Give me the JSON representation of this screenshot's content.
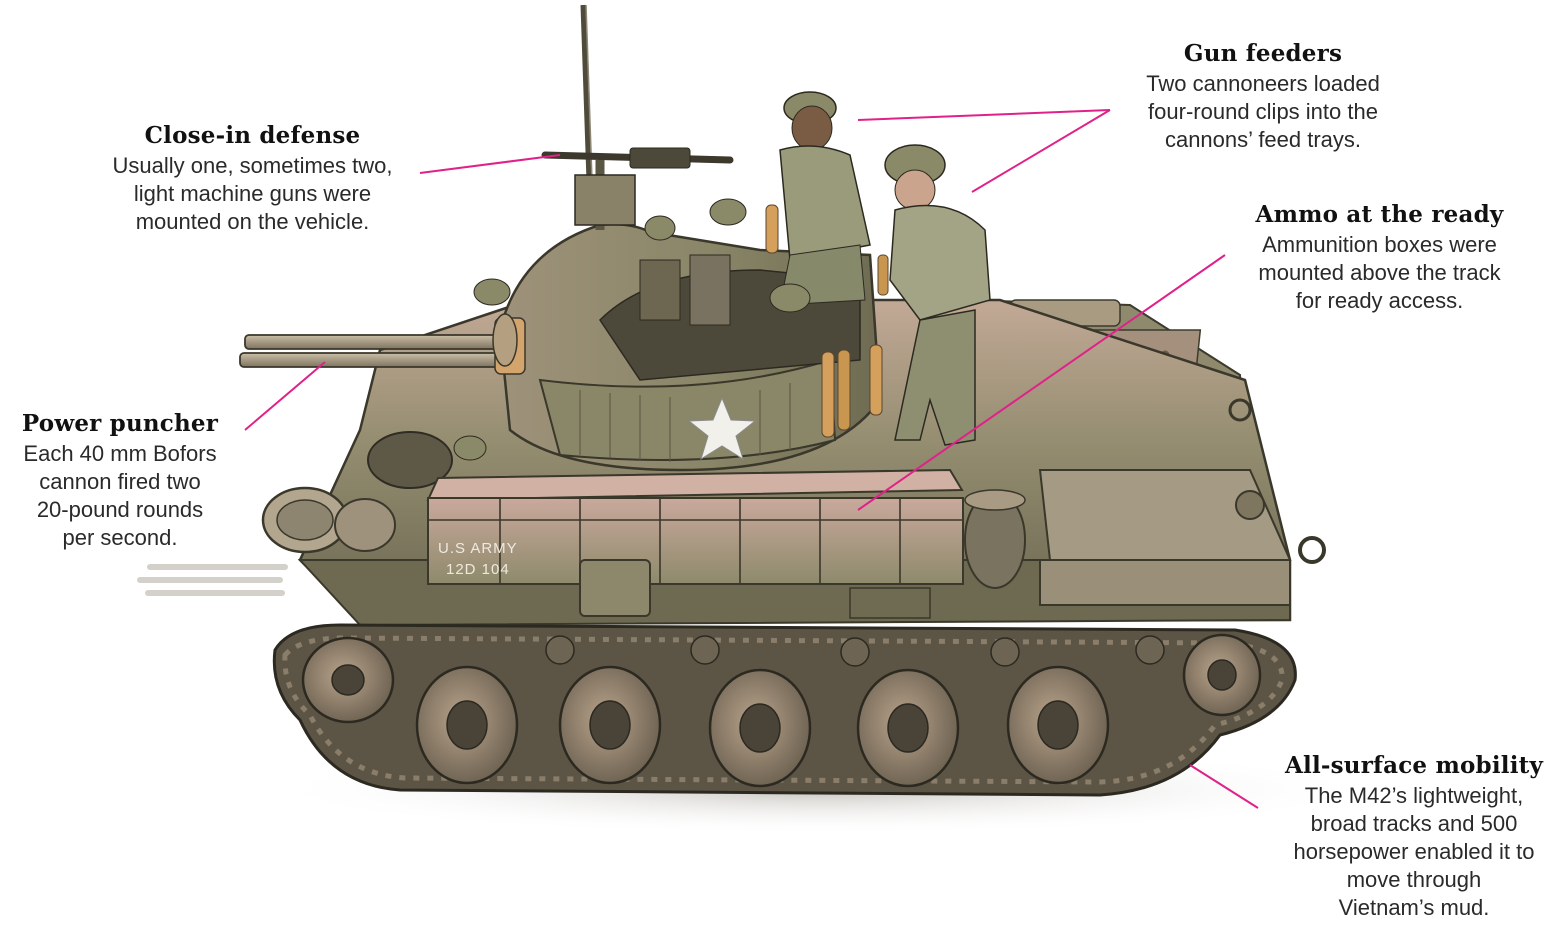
{
  "colors": {
    "leader": "#e0218a",
    "hull": "#8b8868",
    "hull_dark": "#4f4b3a",
    "hull_light": "#b6a58a",
    "track": "#5c5546",
    "wheel": "#a08e77",
    "pink_tint": "#c9a596",
    "text": "#2a2a2a"
  },
  "icons": [
    "white-star-icon",
    "machine-gun-icon",
    "soldier-figure-icon",
    "road-wheel-icon"
  ],
  "illustration": {
    "hull_marking_line1": "U.S ARMY",
    "hull_marking_line2": "12D 104"
  },
  "callouts": {
    "defense": {
      "title": "Close-in defense",
      "lines": [
        "Usually one, sometimes two,",
        "light machine guns were",
        "mounted on the vehicle."
      ]
    },
    "feeders": {
      "title": "Gun feeders",
      "lines": [
        "Two cannoneers loaded",
        "four-round clips into the",
        "cannons’ feed trays."
      ]
    },
    "ammo": {
      "title": "Ammo at the ready",
      "lines": [
        "Ammunition boxes were",
        "mounted above the track",
        "for ready access."
      ]
    },
    "puncher": {
      "title": "Power puncher",
      "lines": [
        "Each 40 mm Bofors",
        "cannon fired two",
        "20-pound rounds",
        "per second."
      ]
    },
    "mobility": {
      "title": "All-surface mobility",
      "lines": [
        "The M42’s lightweight,",
        "broad tracks and 500",
        "horsepower enabled it to",
        "move through",
        "Vietnam’s mud."
      ]
    }
  }
}
